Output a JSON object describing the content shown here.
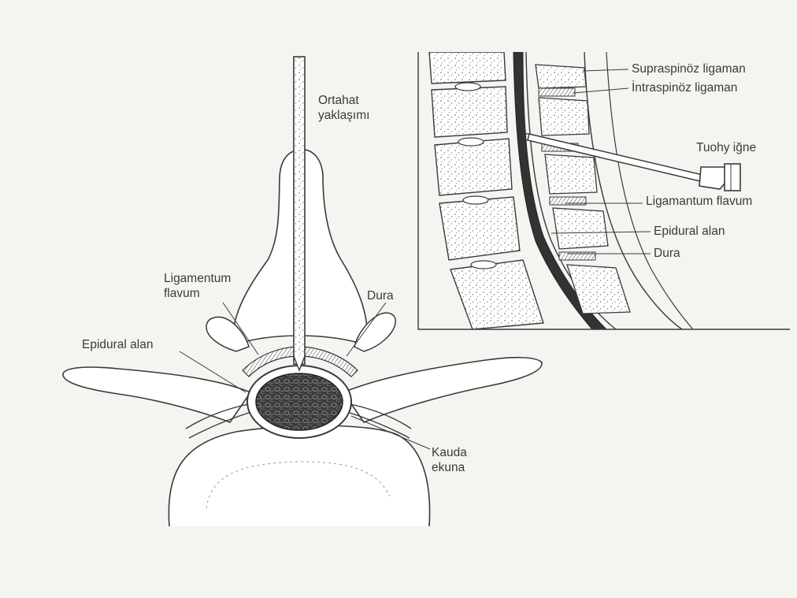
{
  "colors": {
    "paper": "#f4f4f1",
    "ink": "#3a3a3a",
    "bone_fill": "#ffffff",
    "cord_fill": "#3c3c3c"
  },
  "labels": {
    "midline_approach": "Ortahat\nyaklaşımı",
    "ligamentum_flavum_left": "Ligamentum\nflavum",
    "dura_left": "Dura",
    "epidural_left": "Epidural alan",
    "cauda_equina": "Kauda\nekuna",
    "supraspinous": "Supraspinöz ligaman",
    "interspinous": "İntraspinöz ligaman",
    "tuohy_needle": "Tuohy iğne",
    "ligamentum_flavum_right": "Ligamantum flavum",
    "epidural_right": "Epidural alan",
    "dura_right": "Dura"
  }
}
